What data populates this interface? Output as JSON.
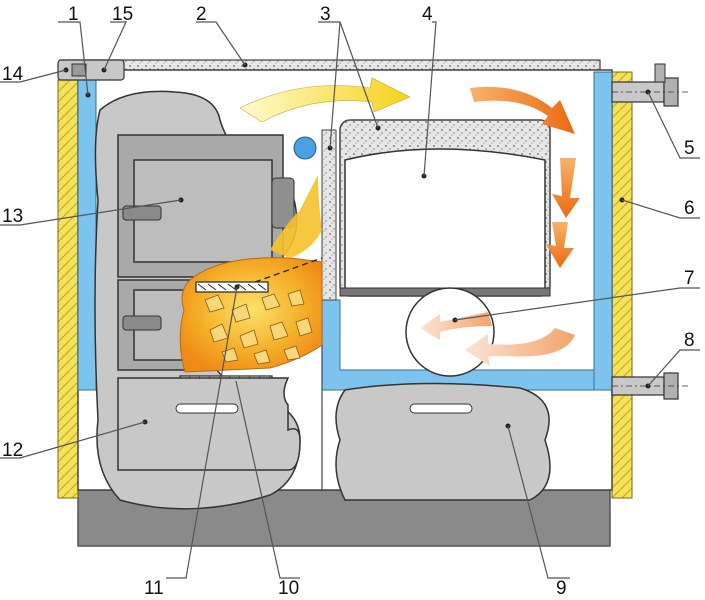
{
  "labels": {
    "n1": "1",
    "n2": "2",
    "n3": "3",
    "n4": "4",
    "n5": "5",
    "n6": "6",
    "n7": "7",
    "n8": "8",
    "n9": "9",
    "n10": "10",
    "n11": "11",
    "n12": "12",
    "n13": "13",
    "n14": "14",
    "n15": "15"
  },
  "colors": {
    "insulation": "#f4e25a",
    "water_jacket": "#7cc4ee",
    "steel": "#c8c8c8",
    "door": "#a9a9a9",
    "base": "#8a8a8a",
    "fire": "#f2a11c",
    "hot_arrow": "#f07a1a",
    "cool_arrow": "#f2c6a8",
    "heat_arrow_yellow": "#f6f24a"
  }
}
